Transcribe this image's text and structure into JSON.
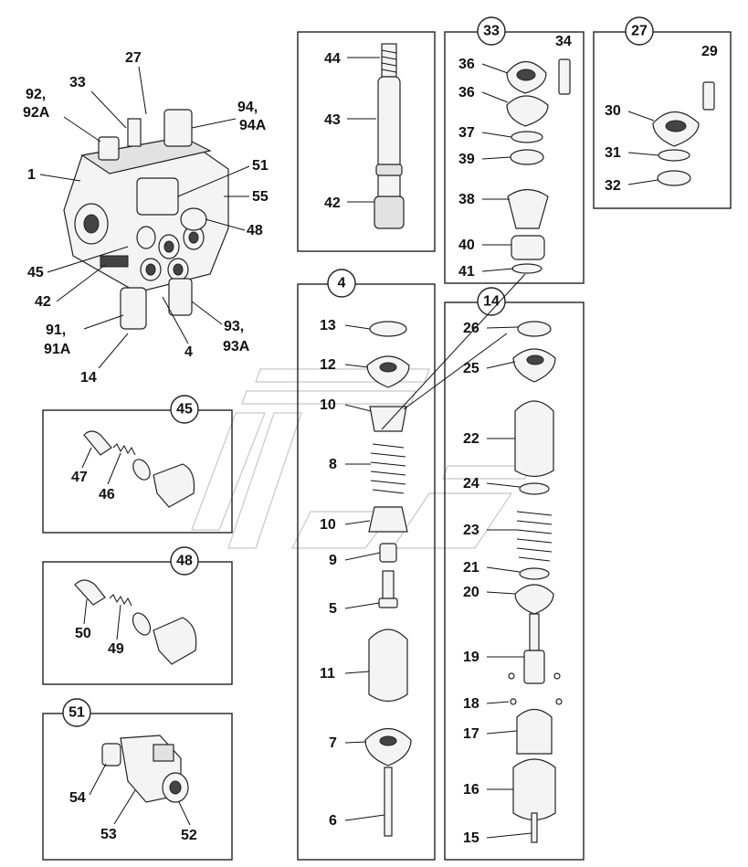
{
  "figure": {
    "main_labels": [
      "1",
      "27",
      "33",
      "92,",
      "92A",
      "94,",
      "94A",
      "51",
      "55",
      "48",
      "45",
      "42",
      "91,",
      "91A",
      "14",
      "4",
      "93,",
      "93A"
    ],
    "boxes": {
      "box_44": {
        "labels": [
          "44",
          "43",
          "42"
        ]
      },
      "box_33": {
        "badge": "33",
        "labels": [
          "34",
          "36",
          "36",
          "37",
          "39",
          "38",
          "40",
          "41"
        ]
      },
      "box_27": {
        "badge": "27",
        "labels": [
          "29",
          "30",
          "31",
          "32"
        ]
      },
      "box_4": {
        "badge": "4",
        "labels": [
          "13",
          "12",
          "10",
          "8",
          "10",
          "9",
          "5",
          "11",
          "7",
          "6"
        ]
      },
      "box_14": {
        "badge": "14",
        "labels": [
          "26",
          "25",
          "22",
          "24",
          "23",
          "21",
          "20",
          "19",
          "18",
          "17",
          "16",
          "15"
        ]
      },
      "box_45": {
        "badge": "45",
        "labels": [
          "47",
          "46"
        ]
      },
      "box_48": {
        "badge": "48",
        "labels": [
          "50",
          "49"
        ]
      },
      "box_51": {
        "badge": "51",
        "labels": [
          "54",
          "53",
          "52"
        ]
      }
    }
  }
}
